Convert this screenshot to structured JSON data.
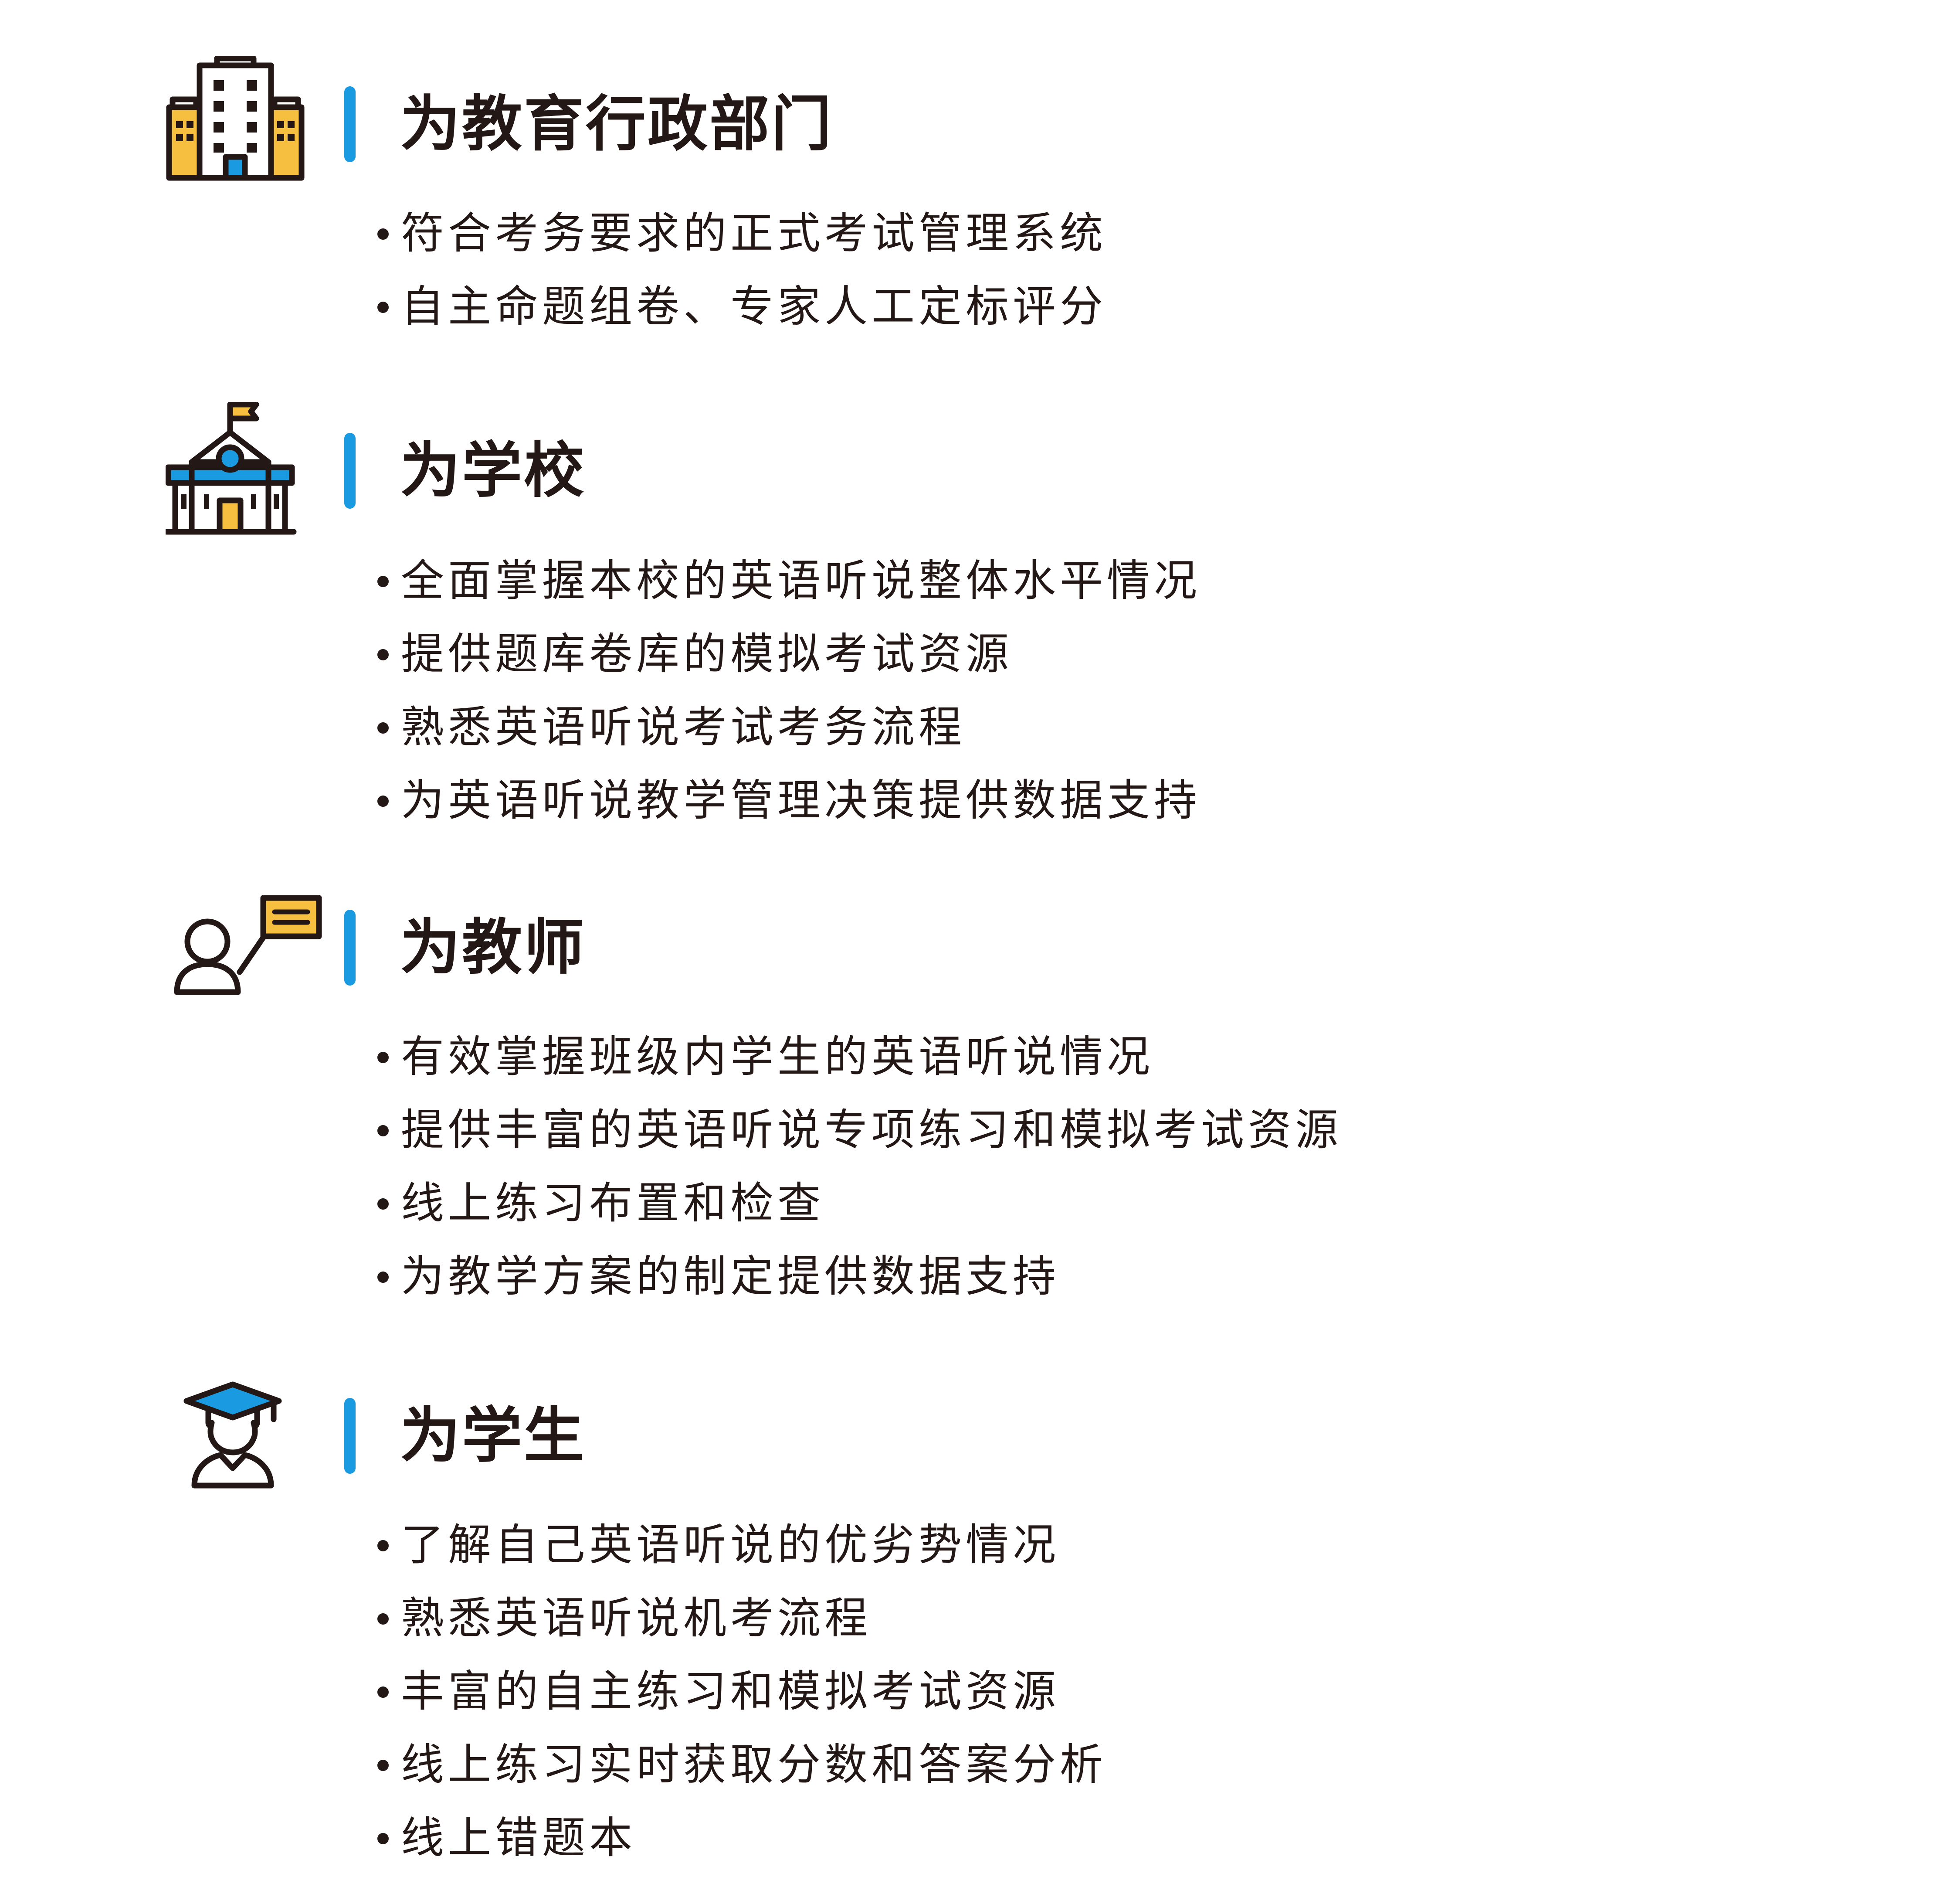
{
  "colors": {
    "accent": "#1a9ae0",
    "highlight": "#f6bf3f",
    "ink": "#231815"
  },
  "sections": [
    {
      "icon": "office-building-icon",
      "title": "为教育行政部门",
      "items": [
        "符合考务要求的正式考试管理系统",
        "自主命题组卷、专家人工定标评分"
      ]
    },
    {
      "icon": "school-building-icon",
      "title": "为学校",
      "items": [
        "全面掌握本校的英语听说整体水平情况",
        "提供题库卷库的模拟考试资源",
        "熟悉英语听说考试考务流程",
        "为英语听说教学管理决策提供数据支持"
      ]
    },
    {
      "icon": "teacher-presentation-icon",
      "title": "为教师",
      "items": [
        "有效掌握班级内学生的英语听说情况",
        "提供丰富的英语听说专项练习和模拟考试资源",
        "线上练习布置和检查",
        "为教学方案的制定提供数据支持"
      ]
    },
    {
      "icon": "graduate-student-icon",
      "title": "为学生",
      "items": [
        "了解自己英语听说的优劣势情况",
        "熟悉英语听说机考流程",
        "丰富的自主练习和模拟考试资源",
        "线上练习实时获取分数和答案分析",
        "线上错题本"
      ]
    }
  ]
}
